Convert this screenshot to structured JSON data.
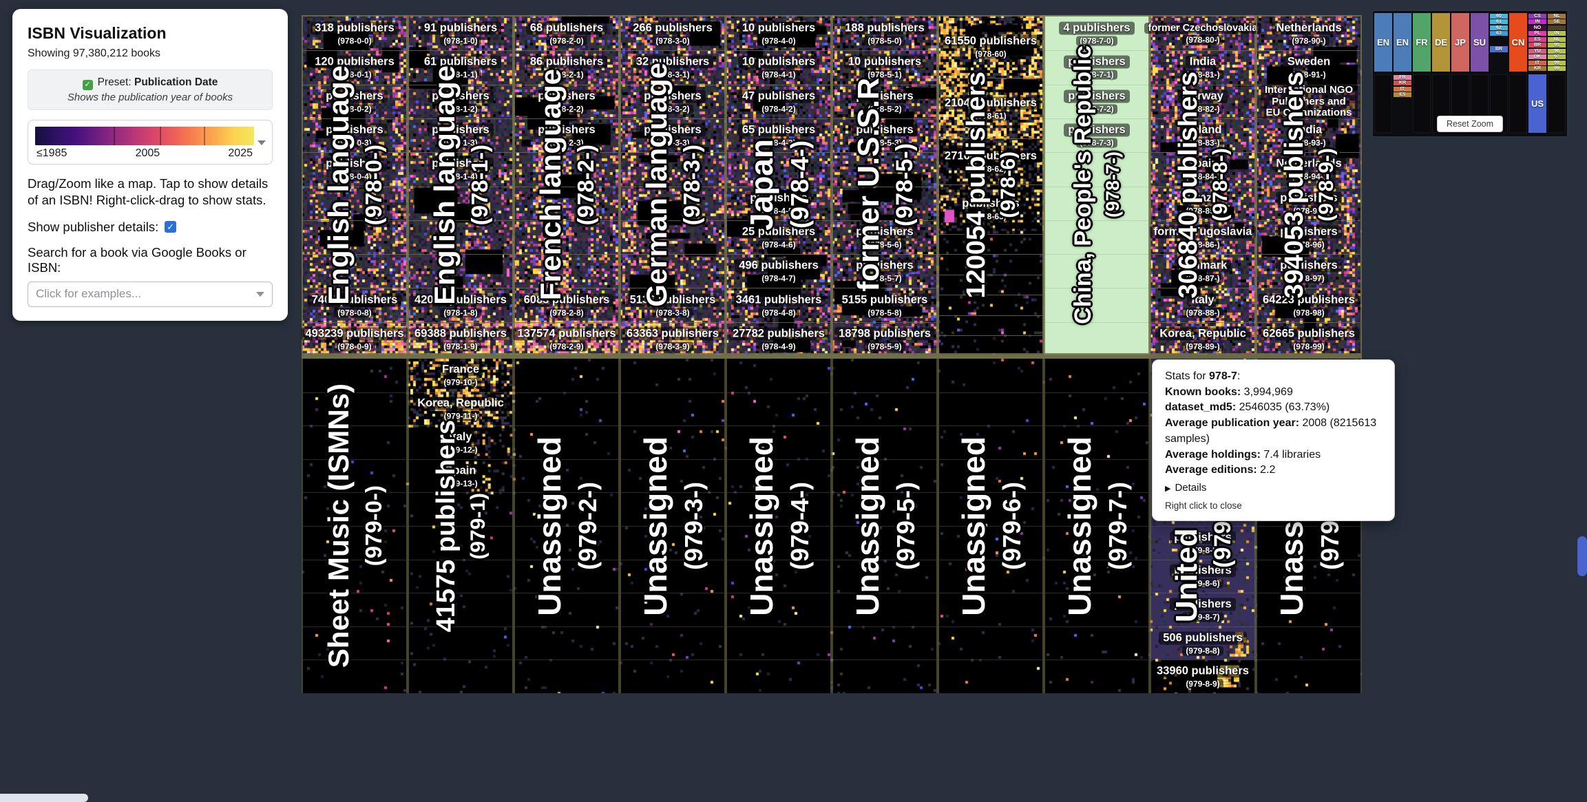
{
  "colors": {
    "page_bg": "#27303c",
    "grid_olive": "#6f6f47",
    "highlight_green": "#cbeec6",
    "accent_blue": "#2a6fdb",
    "scrollbar_blue": "#4a63cf"
  },
  "panel": {
    "title": "ISBN Visualization",
    "subtitle": "Showing 97,380,212 books",
    "preset_label": "Preset:",
    "preset_value": "Publication Date",
    "preset_desc": "Shows the publication year of books",
    "legend": {
      "min": "≤1985",
      "mid": "2005",
      "max": "2025"
    },
    "legend_gradient": [
      "#140f3c",
      "#2c1164",
      "#45107c",
      "#6a1c81",
      "#932a80",
      "#b93778",
      "#d94768",
      "#ef5f57",
      "#f9824f",
      "#fca94e",
      "#fdd252",
      "#f3e85b"
    ],
    "instructions": "Drag/Zoom like a map. Tap to show details of an ISBN! Right-click-drag to show stats.",
    "publisher_toggle_label": "Show publisher details:",
    "publisher_toggle_checked": true,
    "search_label": "Search for a book via Google Books or ISBN:",
    "search_placeholder": "Click for examples..."
  },
  "map": {
    "top": [
      {
        "code": "978-0",
        "label": "English language",
        "sub": "(978-0-)",
        "fs": 42,
        "kind": "dense",
        "blocks": [
          {
            "t": "318 publishers",
            "s": "(978-0-0)"
          },
          {
            "t": "120 publishers",
            "s": "(978-0-1)"
          },
          {
            "t": "publishers",
            "s": "(978-0-2)"
          },
          {
            "t": "publishers",
            "s": "(978-0-3)"
          },
          {
            "t": "publishers",
            "s": "(978-0-4)"
          },
          null,
          null,
          null,
          {
            "t": "7405 publishers",
            "s": "(978-0-8)"
          },
          {
            "t": "493239 publishers",
            "s": "(978-0-9)"
          }
        ]
      },
      {
        "code": "978-1",
        "label": "English language",
        "sub": "(978-1-)",
        "fs": 42,
        "kind": "dense",
        "blocks": [
          {
            "t": "91 publishers",
            "s": "(978-1-0)"
          },
          {
            "t": "61 publishers",
            "s": "(978-1-1)"
          },
          {
            "t": "publishers",
            "s": "(978-1-2)"
          },
          {
            "t": "publishers",
            "s": "(978-1-3)"
          },
          {
            "t": "publishers",
            "s": "(978-1-4)"
          },
          null,
          null,
          null,
          {
            "t": "42016 publishers",
            "s": "(978-1-8)"
          },
          {
            "t": "69388 publishers",
            "s": "(978-1-9)"
          }
        ]
      },
      {
        "code": "978-2",
        "label": "French language",
        "sub": "(978-2-)",
        "fs": 42,
        "kind": "dense",
        "blocks": [
          {
            "t": "68 publishers",
            "s": "(978-2-0)"
          },
          {
            "t": "86 publishers",
            "s": "(978-2-1)"
          },
          {
            "t": "publishers",
            "s": "(978-2-2)"
          },
          {
            "t": "publishers",
            "s": "(978-2-3)"
          },
          null,
          null,
          null,
          null,
          {
            "t": "6083 publishers",
            "s": "(978-2-8)"
          },
          {
            "t": "137574 publishers",
            "s": "(978-2-9)"
          }
        ]
      },
      {
        "code": "978-3",
        "label": "German language",
        "sub": "(978-3-)",
        "fs": 42,
        "kind": "dense",
        "blocks": [
          {
            "t": "266 publishers",
            "s": "(978-3-0)"
          },
          {
            "t": "32 publishers",
            "s": "(978-3-1)"
          },
          {
            "t": "publishers",
            "s": "(978-3-2)"
          },
          {
            "t": "publishers",
            "s": "(978-3-3)"
          },
          null,
          null,
          null,
          null,
          {
            "t": "5136 publishers",
            "s": "(978-3-8)"
          },
          {
            "t": "63363 publishers",
            "s": "(978-3-9)"
          }
        ]
      },
      {
        "code": "978-4",
        "label": "Japan",
        "sub": "(978-4-)",
        "fs": 46,
        "kind": "dim",
        "blocks": [
          {
            "t": "10 publishers",
            "s": "(978-4-0)"
          },
          {
            "t": "10 publishers",
            "s": "(978-4-1)"
          },
          {
            "t": "47 publishers",
            "s": "(978-4-2)"
          },
          {
            "t": "65 publishers",
            "s": "(978-4-3)"
          },
          null,
          {
            "t": "publishers",
            "s": "(978-4-5)"
          },
          {
            "t": "25 publishers",
            "s": "(978-4-6)"
          },
          {
            "t": "496 publishers",
            "s": "(978-4-7)"
          },
          {
            "t": "3461 publishers",
            "s": "(978-4-8)"
          },
          {
            "t": "27782 publishers",
            "s": "(978-4-9)"
          }
        ]
      },
      {
        "code": "978-5",
        "label": "former U.S.S.R",
        "sub": "(978-5-)",
        "fs": 44,
        "kind": "dim",
        "blocks": [
          {
            "t": "188 publishers",
            "s": "(978-5-0)"
          },
          {
            "t": "10 publishers",
            "s": "(978-5-1)"
          },
          {
            "t": "publishers",
            "s": "(978-5-2)"
          },
          {
            "t": "publishers",
            "s": "(978-5-3)"
          },
          null,
          null,
          {
            "t": "publishers",
            "s": "(978-5-6)"
          },
          {
            "t": "publishers",
            "s": "(978-5-7)"
          },
          {
            "t": "5155 publishers",
            "s": "(978-5-8)"
          },
          {
            "t": "18798 publishers",
            "s": "(978-5-9)"
          }
        ]
      },
      {
        "code": "978-6",
        "label": "120054 publishers",
        "sub": "(978-6)",
        "fs": 38,
        "kind": "sparse",
        "weights": [
          1.8,
          1.8,
          1.35,
          1.45,
          0.6,
          0.6,
          0.6,
          0.6,
          0.6,
          0.6
        ],
        "blocks": [
          {
            "t": "61550 publishers",
            "s": "(978-60)"
          },
          {
            "t": "21043 publishers",
            "s": "(978-61)"
          },
          {
            "t": "27168 publishers",
            "s": "(978-62)"
          },
          {
            "t": "publishers",
            "s": "(978-63)"
          },
          null,
          null,
          null,
          null,
          null,
          null
        ]
      },
      {
        "code": "978-7",
        "label": "China, People's Republic",
        "sub": "(978-7-)",
        "fs": 34,
        "kind": "green",
        "blocks": [
          {
            "t": "4 publishers",
            "s": "(978-7-0)"
          },
          {
            "t": "publishers",
            "s": "(978-7-1)"
          },
          {
            "t": "publishers",
            "s": "(978-7-2)"
          },
          {
            "t": "publishers",
            "s": "(978-7-3)"
          },
          null,
          null,
          null,
          null,
          null,
          null
        ]
      },
      {
        "code": "978-8",
        "label": "306840 publishers",
        "sub": "(978-8-)",
        "fs": 38,
        "kind": "dense",
        "blocks": [
          {
            "t": "former Czechoslovakia",
            "s": "(978-80-)"
          },
          {
            "t": "India",
            "s": "(978-81-)"
          },
          {
            "t": "Norway",
            "s": "(978-82-)"
          },
          {
            "t": "Poland",
            "s": "(978-83-)"
          },
          {
            "t": "Spain",
            "s": "(978-84-)"
          },
          {
            "t": "Brazil",
            "s": "(978-85-)"
          },
          {
            "t": "former Yugoslavia",
            "s": "(978-86-)"
          },
          {
            "t": "Denmark",
            "s": "(978-87-)"
          },
          {
            "t": "Italy",
            "s": "(978-88-)"
          },
          {
            "t": "Korea, Republic",
            "s": "(978-89-)"
          }
        ]
      },
      {
        "code": "978-9",
        "label": "394053 publishers",
        "sub": "(978-9-)",
        "fs": 38,
        "kind": "dense",
        "blocks": [
          {
            "t": "Netherlands",
            "s": "(978-90-)"
          },
          {
            "t": "Sweden",
            "s": "(978-91-)"
          },
          {
            "t": "International NGO Publishers and EU Organizations",
            "s": ""
          },
          {
            "t": "India",
            "s": "(978-93-)"
          },
          {
            "t": "Netherlands",
            "s": "(978-94-)"
          },
          {
            "t": "publishers",
            "s": "(978-95)"
          },
          {
            "t": "publishers",
            "s": "(978-96)"
          },
          {
            "t": "publishers",
            "s": "(978-97)"
          },
          {
            "t": "64223 publishers",
            "s": "(978-98)"
          },
          {
            "t": "62665 publishers",
            "s": "(978-99)"
          }
        ]
      }
    ],
    "bottom": [
      {
        "code": "979-0",
        "label": "Sheet Music (ISMNs)",
        "sub": "(979-0-)",
        "fs": 42,
        "kind": "black"
      },
      {
        "code": "979-1",
        "label": "41575 publishers",
        "sub": "(979-1)",
        "fs": 38,
        "kind": "pubs1",
        "blocks": [
          {
            "t": "France",
            "s": "(979-10-)"
          },
          {
            "t": "Korea, Republic",
            "s": "(979-11-)"
          },
          {
            "t": "Italy",
            "s": "(979-12-)"
          },
          {
            "t": "Spain",
            "s": "(979-13-)"
          },
          null,
          null,
          null,
          null,
          null,
          null
        ]
      },
      {
        "code": "979-2",
        "label": "Unassigned",
        "sub": "(979-2-)",
        "fs": 46,
        "kind": "black"
      },
      {
        "code": "979-3",
        "label": "Unassigned",
        "sub": "(979-3-)",
        "fs": 46,
        "kind": "black"
      },
      {
        "code": "979-4",
        "label": "Unassigned",
        "sub": "(979-4-)",
        "fs": 46,
        "kind": "black"
      },
      {
        "code": "979-5",
        "label": "Unassigned",
        "sub": "(979-5-)",
        "fs": 46,
        "kind": "black"
      },
      {
        "code": "979-6",
        "label": "Unassigned",
        "sub": "(979-6-)",
        "fs": 46,
        "kind": "black"
      },
      {
        "code": "979-7",
        "label": "Unassigned",
        "sub": "(979-7-)",
        "fs": 46,
        "kind": "black"
      },
      {
        "code": "979-8",
        "label": "United States",
        "sub": "(979-8-)",
        "fs": 44,
        "kind": "us",
        "blocks": [
          null,
          null,
          null,
          null,
          null,
          {
            "t": "publishers",
            "s": "(979-8-5)"
          },
          {
            "t": "publishers",
            "s": "(979-8-6)"
          },
          {
            "t": "publishers",
            "s": "(979-8-7)"
          },
          {
            "t": "506 publishers",
            "s": "(979-8-8)"
          },
          {
            "t": "33960 publishers",
            "s": "(979-8-9)"
          }
        ]
      },
      {
        "code": "979-9",
        "label": "Unassigned",
        "sub": "(979-9-)",
        "fs": 46,
        "kind": "black"
      }
    ]
  },
  "tooltip": {
    "prefix": "Stats for",
    "code": "978-7",
    "lines": [
      {
        "label": "Known books:",
        "value": "3,994,969"
      },
      {
        "label": "dataset_md5:",
        "value": "2546035 (63.73%)"
      },
      {
        "label": "Average publication year:",
        "value": "2008 (8215613 samples)"
      },
      {
        "label": "Average holdings:",
        "value": "7.4 libraries"
      },
      {
        "label": "Average editions:",
        "value": "2.2"
      }
    ],
    "details_label": "Details",
    "close_hint": "Right click to close"
  },
  "minimap": {
    "reset_label": "Reset Zoom",
    "top": [
      {
        "type": "big",
        "label": "EN",
        "color": "#4d7db8"
      },
      {
        "type": "big",
        "label": "EN",
        "color": "#4d7db8"
      },
      {
        "type": "big",
        "label": "FR",
        "color": "#53a469"
      },
      {
        "type": "big",
        "label": "DE",
        "color": "#b39439"
      },
      {
        "type": "big",
        "label": "JP",
        "color": "#cf6660"
      },
      {
        "type": "big",
        "label": "SU",
        "color": "#7c52a8"
      },
      {
        "type": "stack",
        "cells": [
          {
            "l": "60",
            "c": "#49b3d8"
          },
          {
            "l": "61",
            "c": "#49b3d8"
          },
          {
            "l": "62",
            "c": "#49b3d8",
            "hatch": true
          },
          {
            "l": "63",
            "c": "#3f9bd6",
            "hatch": true
          },
          {
            "l": "",
            "c": "",
            "u": 1.6
          },
          {
            "l": "BR",
            "c": "#4a6fd0",
            "hatch": true,
            "u": 1.2
          },
          {
            "l": "",
            "c": "",
            "u": 3.2
          }
        ]
      },
      {
        "type": "big",
        "label": "CN",
        "color": "#e54b1d"
      },
      {
        "type": "stack",
        "cells": [
          {
            "l": "CS",
            "c": "#8e3bc2"
          },
          {
            "l": "IN",
            "c": "#c32cc3"
          },
          {
            "l": "NO",
            "c": "#3c1340"
          },
          {
            "l": "PL",
            "c": "#e23bb0"
          },
          {
            "l": "ES",
            "c": "#d63f93"
          },
          {
            "l": "BR",
            "c": "#d44a56"
          },
          {
            "l": "YU",
            "c": "#cf5f87"
          },
          {
            "l": "DK",
            "c": "#df85a6",
            "hatch": true
          },
          {
            "l": "IT",
            "c": "#d2654a",
            "hatch": true
          },
          {
            "l": "KR",
            "c": "#a8763b"
          }
        ]
      },
      {
        "type": "stack",
        "cells": [
          {
            "l": "NL",
            "c": "#a0763a"
          },
          {
            "l": "SE",
            "c": "#a0763a",
            "hatch": true
          },
          {
            "l": "",
            "c": "#4a4226",
            "hatch": true
          },
          {
            "l": "IN",
            "c": "#b5c24b"
          },
          {
            "l": "NL",
            "c": "#b5c24b"
          },
          {
            "l": "95",
            "c": "#b5c24b"
          },
          {
            "l": "96",
            "c": "#b5c24b"
          },
          {
            "l": "97",
            "c": "#b5c24b",
            "hatch": true
          },
          {
            "l": "98",
            "c": "#b5c24b",
            "hatch": true
          },
          {
            "l": "99",
            "c": "#b5c24b",
            "hatch": true
          }
        ]
      }
    ],
    "bottom": [
      {
        "type": "black"
      },
      {
        "type": "stack",
        "cells": [
          {
            "l": "FR",
            "c": "#df85a6",
            "hatch": true
          },
          {
            "l": "KR",
            "c": "#cf5454"
          },
          {
            "l": "IT",
            "c": "#d2764a",
            "hatch": true
          },
          {
            "l": "ES",
            "c": "#b5893b"
          },
          {
            "l": "",
            "c": "",
            "u": 6
          }
        ]
      },
      {
        "type": "black"
      },
      {
        "type": "black"
      },
      {
        "type": "black"
      },
      {
        "type": "black"
      },
      {
        "type": "black"
      },
      {
        "type": "black"
      },
      {
        "type": "big",
        "label": "US",
        "color": "#4a63cf"
      },
      {
        "type": "black"
      }
    ]
  }
}
